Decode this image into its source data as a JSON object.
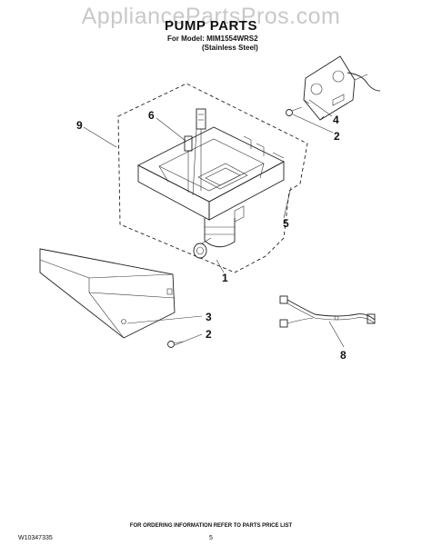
{
  "watermark": "AppliancePartsPros.com",
  "title": "PUMP PARTS",
  "for_model": "For Model: MIM1554WRS2",
  "finish": "(Stainless Steel)",
  "callouts": {
    "c1": "1",
    "c2a": "2",
    "c2b": "2",
    "c3": "3",
    "c4": "4",
    "c5": "5",
    "c6": "6",
    "c8": "8",
    "c9": "9"
  },
  "footer": {
    "note": "FOR ORDERING INFORMATION REFER TO PARTS PRICE LIST",
    "doc_number": "W10347335",
    "page_number": "5"
  }
}
